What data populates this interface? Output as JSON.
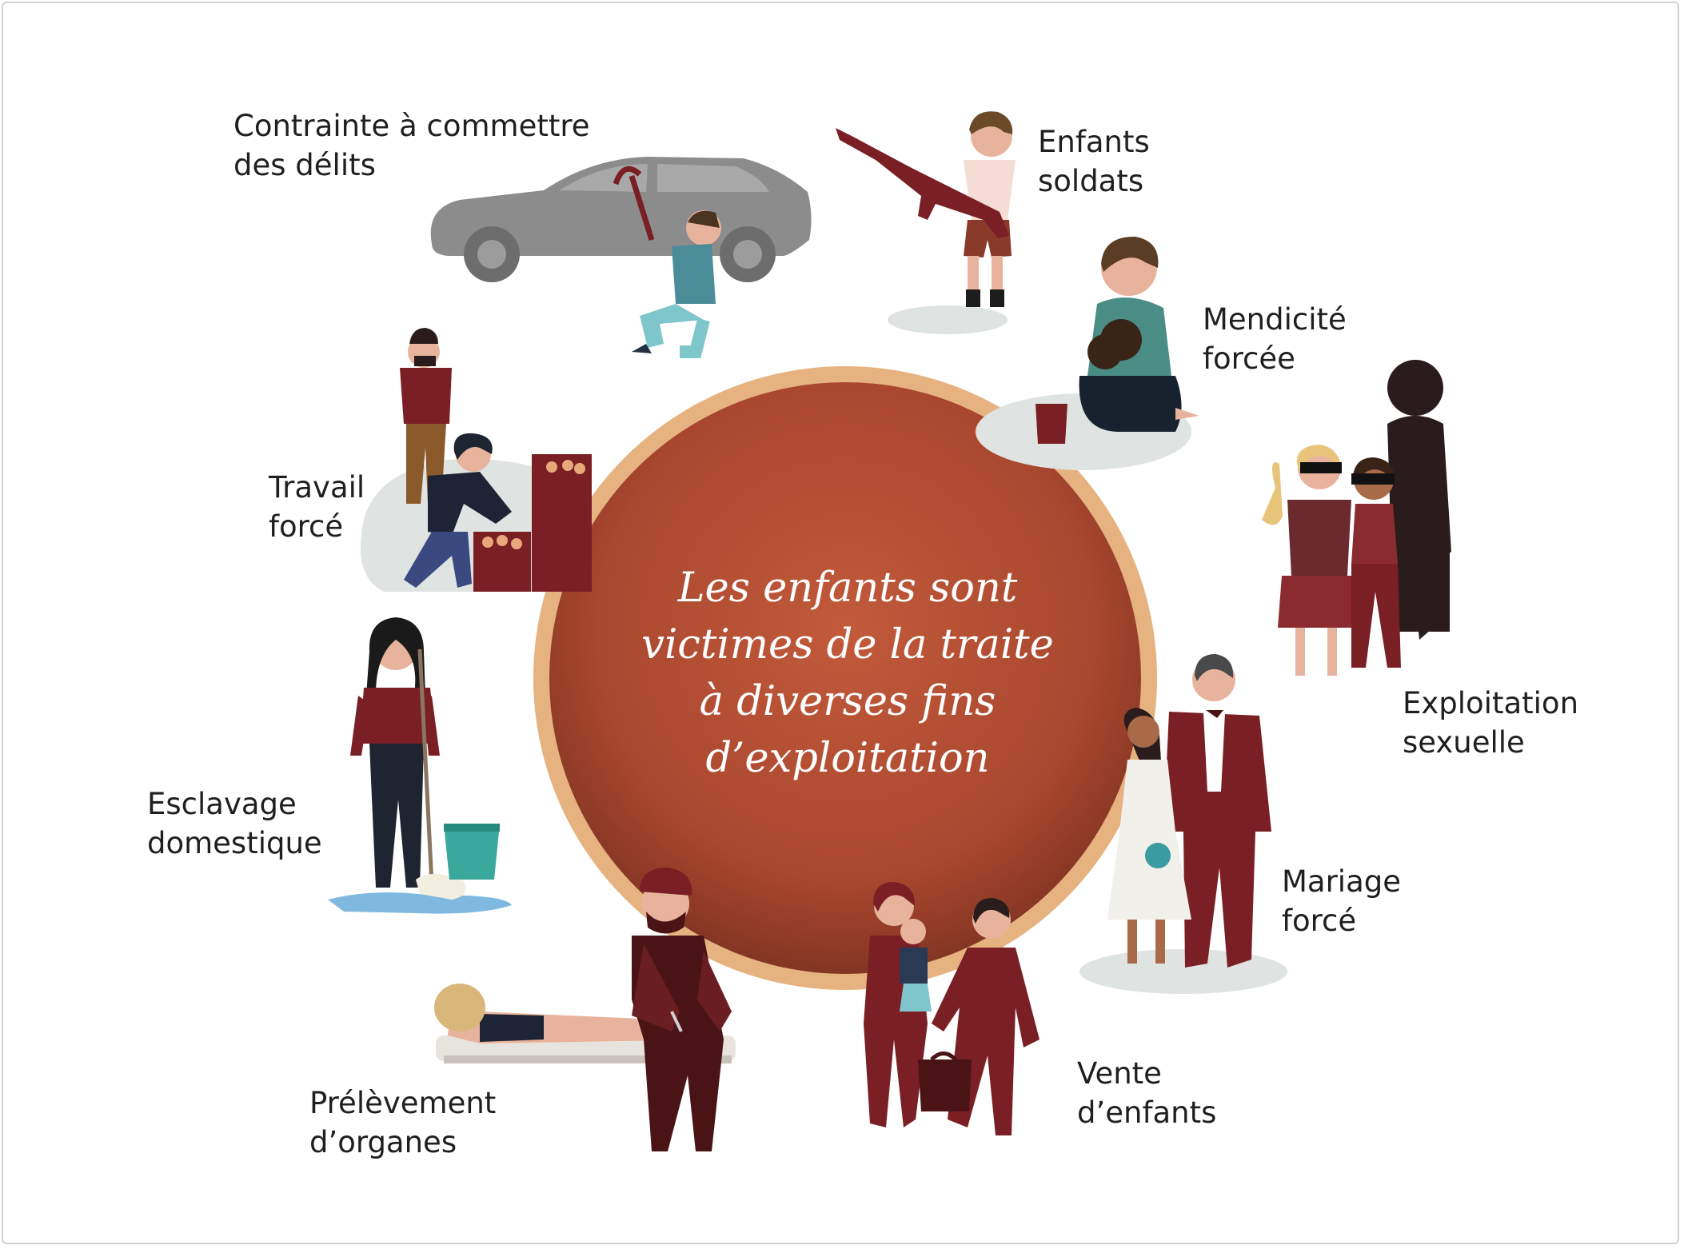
{
  "center_text": {
    "line1": "Les enfants sont",
    "line2": "victimes de la traite",
    "line3": "à diverses fins",
    "line4": "d’exploitation"
  },
  "categories": {
    "crimes": {
      "line1": "Contrainte à commettre",
      "line2": "des délits",
      "icon": "car-thief-icon"
    },
    "soldiers": {
      "line1": "Enfants",
      "line2": "soldats",
      "icon": "child-soldier-icon"
    },
    "begging": {
      "line1": "Mendicité",
      "line2": "forcée",
      "icon": "begging-child-icon"
    },
    "sexual": {
      "line1": "Exploitation",
      "line2": "sexuelle",
      "icon": "sexual-exploitation-icon"
    },
    "marriage": {
      "line1": "Mariage",
      "line2": "forcé",
      "icon": "forced-marriage-icon"
    },
    "sale": {
      "line1": "Vente",
      "line2": "d’enfants",
      "icon": "sale-of-children-icon"
    },
    "organs": {
      "line1": "Prélèvement",
      "line2": "d’organes",
      "icon": "organ-removal-icon"
    },
    "domestic": {
      "line1": "Esclavage",
      "line2": "domestique",
      "icon": "domestic-slavery-icon"
    },
    "labour": {
      "line1": "Travail",
      "line2": "forcé",
      "icon": "forced-labour-icon"
    }
  },
  "colors": {
    "circle_ring": "#e6b27f",
    "circle_fill": "#b04f35",
    "maroon": "#7a1f24",
    "dark_maroon": "#4a1417",
    "skin": "#e8b39c",
    "grey_car": "#8c8c8c",
    "shadow": "#dfe3e1"
  }
}
